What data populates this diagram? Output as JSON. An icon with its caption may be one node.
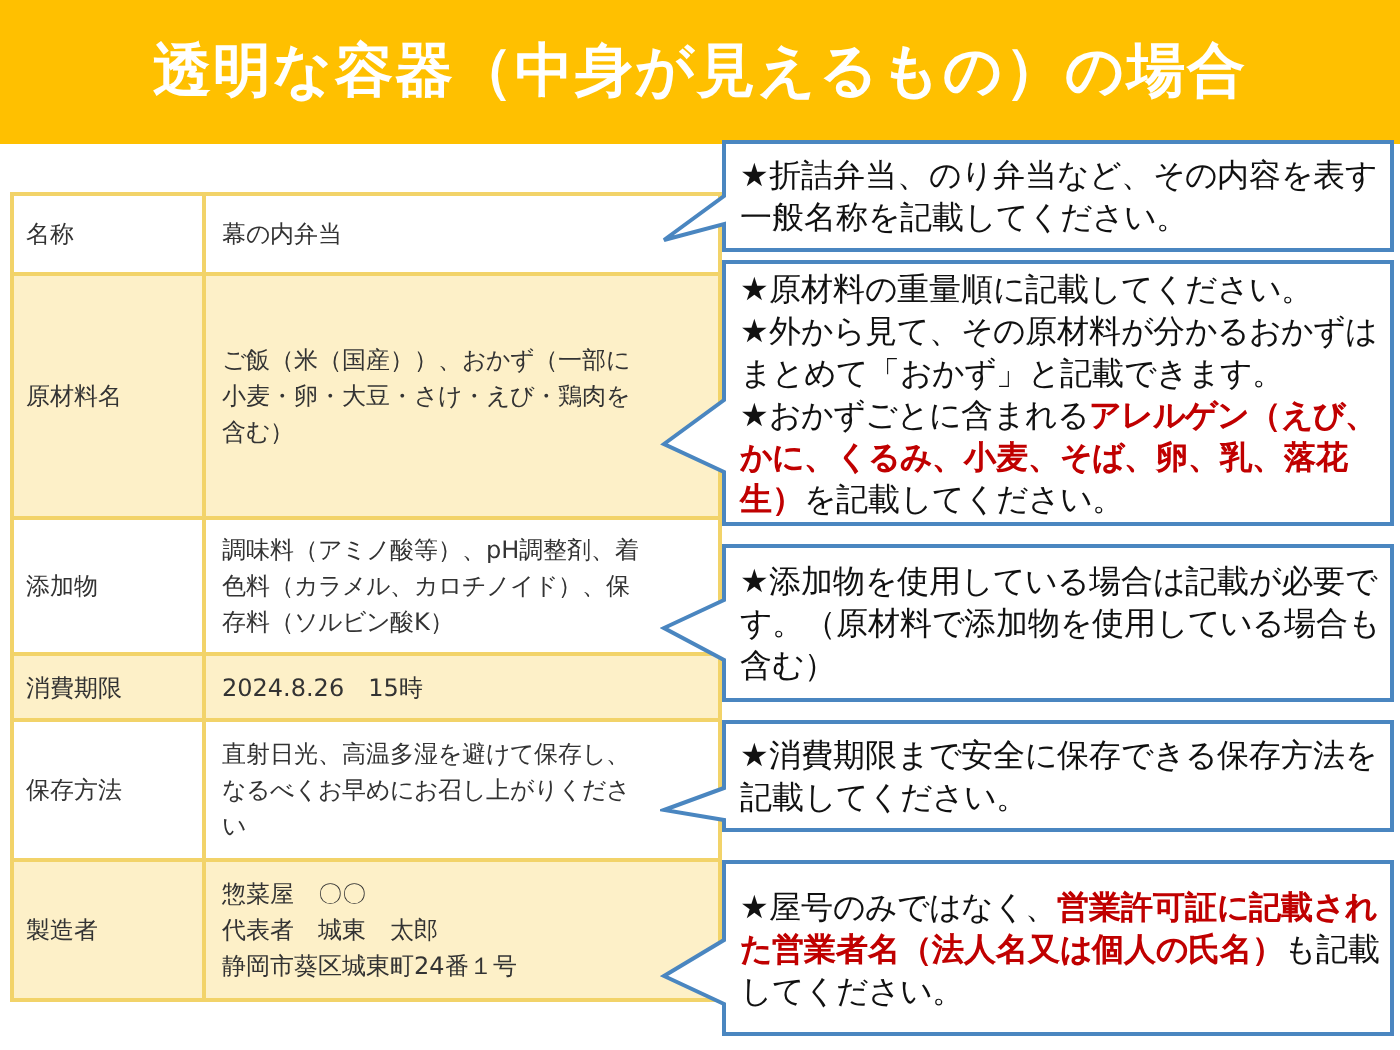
{
  "diagram": {
    "title": "透明な容器（中身が見えるもの）の場合",
    "nodes": [
      {
        "text": [
          "★折詰弁当、のり弁当など、その内容を表す一般名称を記載してください。"
        ]
      },
      {
        "text": [
          "★原材料の重量順に記載してください。",
          "★外から見て、その原材料が分かるおかずはまとめて「おかず」と記載できます。",
          "★おかずごとに含まれる**アレルゲン（えび、かに、くるみ、小麦、そば、卵、乳、落花生）**を記載してください。"
        ]
      },
      {
        "text": [
          "★添加物を使用している場合は記載が必要です。（原材料で添加物を使用している場合も含む）"
        ]
      },
      {
        "text": [
          "★消費期限まで安全に保存できる保存方法を記載してください。"
        ]
      },
      {
        "text": [
          "★屋号のみではなく、**営業許可証に記載された営業者名（法人名又は個人の氏名）**も記載してください。"
        ]
      }
    ],
    "labels": [
      "名称",
      "幕の内弁当",
      "原材料名",
      "ご飯（米（国産））、おかず（一部に小麦・卵・大豆・さけ・えび・鶏肉を含む）",
      "添加物",
      "調味料（アミノ酸等）、pH調整剤、着色料（カラメル、カロチノイド）、保存料（ソルビン酸K）",
      "消費期限",
      "2024.8.26　15時",
      "保存方法",
      "直射日光、高温多湿を避けて保存し、なるべくお早めにお召し上がりください",
      "製造者",
      "惣菜屋　〇〇",
      "代表者　城東　太郎",
      "静岡市葵区城東町24番１号"
    ]
  }
}
